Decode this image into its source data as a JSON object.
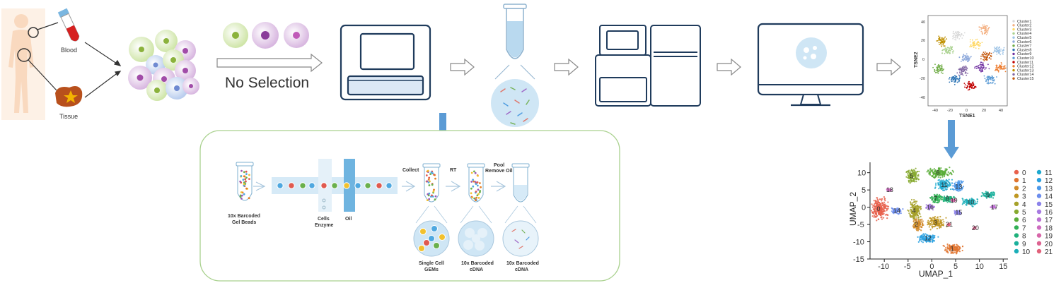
{
  "sample": {
    "blood_label": "Blood",
    "tissue_label": "Tissue"
  },
  "no_selection_label": "No Selection",
  "gem_panel": {
    "gel_beads_label_1": "10x Barcoded",
    "gel_beads_label_2": "Gel Beads",
    "cells_label_1": "Cells",
    "cells_label_2": "Enzyme",
    "oil_label": "Oil",
    "collect_label": "Collect",
    "rt_label": "RT",
    "pool_label_1": "Pool",
    "pool_label_2": "Remove Oil",
    "gems_label_1": "Single Cell",
    "gems_label_2": "GEMs",
    "cdna1_label_1": "10x Barcoded",
    "cdna1_label_2": "cDNA",
    "cdna2_label_1": "10x Barcoded",
    "cdna2_label_2": "cDNA"
  },
  "tsne": {
    "xlabel": "TSNE1",
    "ylabel": "TSNE2",
    "x_ticks": [
      "-40",
      "-20",
      "0",
      "20",
      "40"
    ],
    "y_ticks": [
      "40",
      "20",
      "0",
      "-20",
      "-40"
    ],
    "legend": [
      "Cluster1",
      "Cluster2",
      "Cluster3",
      "Cluster4",
      "Cluster5",
      "Cluster6",
      "Cluster7",
      "Cluster8",
      "Cluster9",
      "Cluster10",
      "Cluster11",
      "Cluster12",
      "Cluster13",
      "Cluster14",
      "Cluster15"
    ],
    "colors": [
      "#d9d9d9",
      "#f4b183",
      "#ffd966",
      "#a9d18e",
      "#9dc3e6",
      "#8faadc",
      "#70ad47",
      "#2e75b6",
      "#7030a0",
      "#5b9bd5",
      "#c00000",
      "#ed7d31",
      "#bf9000",
      "#8064a2",
      "#c55a11"
    ]
  },
  "umap_chart": {
    "chart_data": {
      "type": "scatter",
      "xlabel": "UMAP_1",
      "ylabel": "UMAP_2",
      "x_ticks": [
        -10,
        -5,
        0,
        5,
        10,
        15
      ],
      "y_ticks": [
        10,
        5,
        0,
        -5,
        -10,
        -15
      ],
      "xlim": [
        -13,
        16
      ],
      "ylim": [
        -15,
        13
      ],
      "legend": [
        "0",
        "1",
        "2",
        "3",
        "4",
        "5",
        "6",
        "7",
        "8",
        "9",
        "10",
        "11",
        "12",
        "13",
        "14",
        "15",
        "16",
        "17",
        "18",
        "19",
        "20",
        "21"
      ],
      "colors": [
        "#e8604c",
        "#e0742f",
        "#d18a2a",
        "#bf9722",
        "#a6a12a",
        "#86a92f",
        "#5aad3a",
        "#31b055",
        "#1fb17b",
        "#1bb09c",
        "#1aaeb8",
        "#1ea9cf",
        "#2ba1e0",
        "#4b98ea",
        "#6c8ded",
        "#8c83ea",
        "#a77ae1",
        "#bd72d2",
        "#cd6bbf",
        "#d766a9",
        "#dd6391",
        "#e1617a"
      ],
      "clusters": [
        {
          "label": "0",
          "x": -11.0,
          "y": -0.5
        },
        {
          "label": "1",
          "x": 4.5,
          "y": -12.0
        },
        {
          "label": "2",
          "x": -3.0,
          "y": -5.0
        },
        {
          "label": "3",
          "x": 1.0,
          "y": -4.5
        },
        {
          "label": "4",
          "x": -3.5,
          "y": -1.0
        },
        {
          "label": "5",
          "x": -4.0,
          "y": 9.0
        },
        {
          "label": "6",
          "x": 1.5,
          "y": 10.0
        },
        {
          "label": "7",
          "x": 1.0,
          "y": 2.5
        },
        {
          "label": "8",
          "x": 3.5,
          "y": 2.5
        },
        {
          "label": "9",
          "x": 12.0,
          "y": 3.5
        },
        {
          "label": "10",
          "x": 8.0,
          "y": 1.5
        },
        {
          "label": "11",
          "x": 2.5,
          "y": 6.5
        },
        {
          "label": "12",
          "x": -1.0,
          "y": -9.0
        },
        {
          "label": "13",
          "x": 5.5,
          "y": 6.0
        },
        {
          "label": "14",
          "x": -7.5,
          "y": -1.0
        },
        {
          "label": "15",
          "x": 5.5,
          "y": -1.5
        },
        {
          "label": "16",
          "x": -0.5,
          "y": 0.0
        },
        {
          "label": "17",
          "x": 13.0,
          "y": 0.0
        },
        {
          "label": "18",
          "x": -9.0,
          "y": 5.0
        },
        {
          "label": "19",
          "x": 4.5,
          "y": 2.0
        },
        {
          "label": "20",
          "x": 9.0,
          "y": -6.0
        },
        {
          "label": "21",
          "x": 3.5,
          "y": -5.0
        }
      ]
    }
  }
}
